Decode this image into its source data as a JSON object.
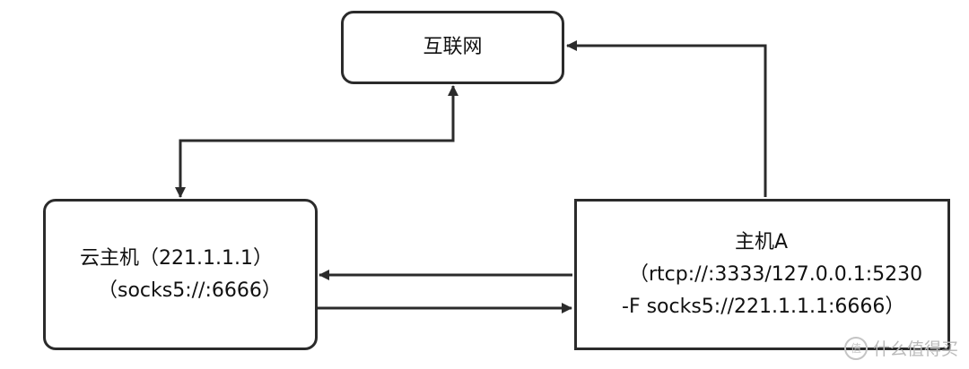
{
  "nodes": {
    "internet": {
      "label": "互联网"
    },
    "cloud_host": {
      "line1": "云主机（221.1.1.1）",
      "line2": "（socks5://:6666）"
    },
    "host_a": {
      "line1": "主机A",
      "line2": "（rtcp://:3333/127.0.0.1:5230",
      "line3": "-F socks5://221.1.1.1:6666）"
    }
  },
  "edges": [
    {
      "id": "internet-cloud",
      "direction": "bidirectional"
    },
    {
      "id": "hosta-internet",
      "direction": "one-way"
    },
    {
      "id": "hosta-cloud",
      "direction": "one-way"
    },
    {
      "id": "cloud-hosta",
      "direction": "one-way"
    }
  ],
  "watermark": {
    "text": "什么值得买",
    "icon": "zhi-logo-icon"
  },
  "colors": {
    "stroke": "#2b2b2b",
    "background": "#ffffff",
    "watermark": "#b9b9b9"
  }
}
